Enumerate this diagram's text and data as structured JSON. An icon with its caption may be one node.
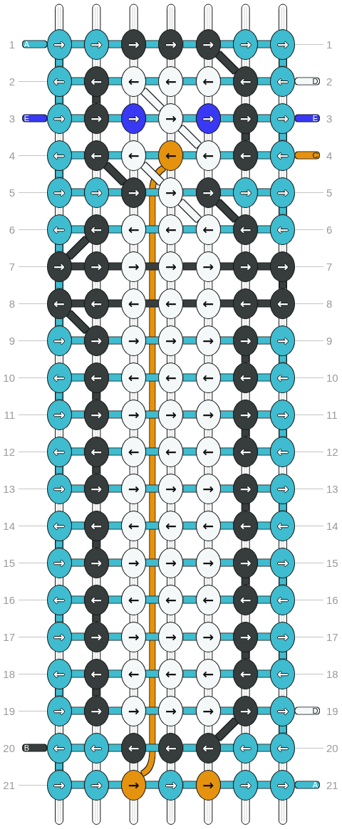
{
  "diagram": {
    "nodes": [
      {
        "text": [
          "→"
        ],
        "beside": [
          "1"
        ]
      },
      {
        "text": [
          "→"
        ]
      },
      {
        "text": [
          "→"
        ]
      },
      {
        "text": [
          "→"
        ]
      },
      {
        "text": [
          "→"
        ]
      },
      {
        "text": [
          "→"
        ]
      },
      {
        "text": [
          "→"
        ],
        "beside": [
          "1"
        ]
      },
      {
        "text": [
          "←"
        ],
        "beside": [
          "2"
        ]
      },
      {
        "text": [
          "←"
        ]
      },
      {
        "text": [
          "←"
        ]
      },
      {
        "text": [
          "←"
        ]
      },
      {
        "text": [
          "←"
        ]
      },
      {
        "text": [
          "←"
        ]
      },
      {
        "text": [
          "←"
        ],
        "beside": [
          "2"
        ]
      },
      {
        "text": [
          "→"
        ],
        "beside": [
          "3"
        ]
      },
      {
        "text": [
          "→"
        ]
      },
      {
        "text": [
          "→"
        ]
      },
      {
        "text": [
          "→"
        ]
      },
      {
        "text": [
          "→"
        ]
      },
      {
        "text": [
          "→"
        ]
      },
      {
        "text": [
          "→"
        ],
        "beside": [
          "3"
        ]
      },
      {
        "text": [
          "←"
        ],
        "beside": [
          "4"
        ]
      },
      {
        "text": [
          "←"
        ]
      },
      {
        "text": [
          "←"
        ]
      },
      {
        "text": [
          "←"
        ]
      },
      {
        "text": [
          "←"
        ]
      },
      {
        "text": [
          "←"
        ]
      },
      {
        "text": [
          "←"
        ],
        "beside": [
          "4"
        ]
      },
      {
        "text": [
          "→"
        ],
        "beside": [
          "5"
        ]
      },
      {
        "text": [
          "→"
        ]
      },
      {
        "text": [
          "→"
        ]
      },
      {
        "text": [
          "→"
        ]
      },
      {
        "text": [
          "→"
        ]
      },
      {
        "text": [
          "→"
        ]
      },
      {
        "text": [
          "→"
        ],
        "beside": [
          "5"
        ]
      },
      {
        "text": [
          "←"
        ],
        "beside": [
          "6"
        ]
      },
      {
        "text": [
          "←"
        ]
      },
      {
        "text": [
          "←"
        ]
      },
      {
        "text": [
          "←"
        ]
      },
      {
        "text": [
          "←"
        ]
      },
      {
        "text": [
          "←"
        ]
      },
      {
        "text": [
          "←"
        ],
        "beside": [
          "6"
        ]
      },
      {
        "text": [
          "→"
        ],
        "beside": [
          "7"
        ]
      },
      {
        "text": [
          "→"
        ]
      },
      {
        "text": [
          "→"
        ]
      },
      {
        "text": [
          "→"
        ]
      },
      {
        "text": [
          "→"
        ]
      },
      {
        "text": [
          "→"
        ]
      },
      {
        "text": [
          "→"
        ],
        "beside": [
          "7"
        ]
      },
      {
        "text": [
          "←"
        ],
        "beside": [
          "8"
        ]
      },
      {
        "text": [
          "←"
        ]
      },
      {
        "text": [
          "←"
        ]
      },
      {
        "text": [
          "←"
        ]
      },
      {
        "text": [
          "←"
        ]
      },
      {
        "text": [
          "←"
        ]
      },
      {
        "text": [
          "←"
        ],
        "beside": [
          "8"
        ]
      },
      {
        "text": [
          "→"
        ],
        "beside": [
          "9"
        ]
      },
      {
        "text": [
          "→"
        ]
      },
      {
        "text": [
          "→"
        ]
      },
      {
        "text": [
          "→"
        ]
      },
      {
        "text": [
          "→"
        ]
      },
      {
        "text": [
          "→"
        ]
      },
      {
        "text": [
          "→"
        ],
        "beside": [
          "9"
        ]
      },
      {
        "text": [
          "←"
        ],
        "beside": [
          "10"
        ]
      },
      {
        "text": [
          "←"
        ]
      },
      {
        "text": [
          "←"
        ]
      },
      {
        "text": [
          "←"
        ]
      },
      {
        "text": [
          "←"
        ]
      },
      {
        "text": [
          "←"
        ]
      },
      {
        "text": [
          "←"
        ],
        "beside": [
          "10"
        ]
      },
      {
        "text": [
          "→"
        ],
        "beside": [
          "11"
        ]
      },
      {
        "text": [
          "→"
        ]
      },
      {
        "text": [
          "→"
        ]
      },
      {
        "text": [
          "→"
        ]
      },
      {
        "text": [
          "→"
        ]
      },
      {
        "text": [
          "→"
        ]
      },
      {
        "text": [
          "→"
        ],
        "beside": [
          "11"
        ]
      },
      {
        "text": [
          "←"
        ],
        "beside": [
          "12"
        ]
      },
      {
        "text": [
          "←"
        ]
      },
      {
        "text": [
          "←"
        ]
      },
      {
        "text": [
          "←"
        ]
      },
      {
        "text": [
          "←"
        ]
      },
      {
        "text": [
          "←"
        ]
      },
      {
        "text": [
          "←"
        ],
        "beside": [
          "12"
        ]
      },
      {
        "text": [
          "→"
        ],
        "beside": [
          "13"
        ]
      },
      {
        "text": [
          "→"
        ]
      },
      {
        "text": [
          "→"
        ]
      },
      {
        "text": [
          "→"
        ]
      },
      {
        "text": [
          "→"
        ]
      },
      {
        "text": [
          "→"
        ]
      },
      {
        "text": [
          "→"
        ],
        "beside": [
          "13"
        ]
      },
      {
        "text": [
          "←"
        ],
        "beside": [
          "14"
        ]
      },
      {
        "text": [
          "←"
        ]
      },
      {
        "text": [
          "←"
        ]
      },
      {
        "text": [
          "←"
        ]
      },
      {
        "text": [
          "←"
        ]
      },
      {
        "text": [
          "←"
        ]
      },
      {
        "text": [
          "←"
        ],
        "beside": [
          "14"
        ]
      },
      {
        "text": [
          "→"
        ],
        "beside": [
          "15"
        ]
      },
      {
        "text": [
          "→"
        ]
      },
      {
        "text": [
          "→"
        ]
      },
      {
        "text": [
          "→"
        ]
      },
      {
        "text": [
          "→"
        ]
      },
      {
        "text": [
          "→"
        ]
      },
      {
        "text": [
          "→"
        ],
        "beside": [
          "15"
        ]
      },
      {
        "text": [
          "←"
        ],
        "beside": [
          "16"
        ]
      },
      {
        "text": [
          "←"
        ]
      },
      {
        "text": [
          "←"
        ]
      },
      {
        "text": [
          "←"
        ]
      },
      {
        "text": [
          "←"
        ]
      },
      {
        "text": [
          "←"
        ]
      },
      {
        "text": [
          "←"
        ],
        "beside": [
          "16"
        ]
      },
      {
        "text": [
          "→"
        ],
        "beside": [
          "17"
        ]
      },
      {
        "text": [
          "→"
        ]
      },
      {
        "text": [
          "→"
        ]
      },
      {
        "text": [
          "→"
        ]
      },
      {
        "text": [
          "→"
        ]
      },
      {
        "text": [
          "→"
        ]
      },
      {
        "text": [
          "→"
        ],
        "beside": [
          "17"
        ]
      },
      {
        "text": [
          "←"
        ],
        "beside": [
          "18"
        ]
      },
      {
        "text": [
          "←"
        ]
      },
      {
        "text": [
          "←"
        ]
      },
      {
        "text": [
          "←"
        ]
      },
      {
        "text": [
          "←"
        ]
      },
      {
        "text": [
          "←"
        ]
      },
      {
        "text": [
          "←"
        ],
        "beside": [
          "18"
        ]
      },
      {
        "text": [
          "→"
        ],
        "beside": [
          "19"
        ]
      },
      {
        "text": [
          "→"
        ]
      },
      {
        "text": [
          "→"
        ]
      },
      {
        "text": [
          "→"
        ]
      },
      {
        "text": [
          "→"
        ]
      },
      {
        "text": [
          "→"
        ]
      },
      {
        "text": [
          "→"
        ],
        "beside": [
          "19"
        ]
      },
      {
        "text": [
          "←"
        ],
        "beside": [
          "20"
        ]
      },
      {
        "text": [
          "←"
        ]
      },
      {
        "text": [
          "←"
        ]
      },
      {
        "text": [
          "←"
        ]
      },
      {
        "text": [
          "←"
        ]
      },
      {
        "text": [
          "←"
        ]
      },
      {
        "text": [
          "←"
        ],
        "beside": [
          "20"
        ]
      },
      {
        "text": [
          "→"
        ],
        "beside": [
          "21"
        ]
      },
      {
        "text": [
          "→"
        ]
      },
      {
        "text": [
          "→"
        ]
      },
      {
        "text": [
          "→"
        ]
      },
      {
        "text": [
          "→"
        ]
      },
      {
        "text": [
          "→"
        ]
      },
      {
        "text": [
          "→"
        ],
        "beside": [
          "21"
        ]
      }
    ],
    "edges": [
      {
        "from": null,
        "to": 0,
        "arrow": "none",
        "label": "A"
      },
      {
        "from": 0,
        "to": 1,
        "arrow": "none"
      },
      {
        "from": 1,
        "to": 2,
        "arrow": "none"
      },
      {
        "from": 2,
        "to": 3,
        "arrow": "none"
      },
      {
        "from": 3,
        "to": 4,
        "arrow": "none"
      },
      {
        "from": 4,
        "to": 5,
        "arrow": "none"
      },
      {
        "from": 5,
        "to": 6,
        "arrow": "none"
      },
      {
        "from": 0,
        "to": 7,
        "arrow": "none"
      },
      {
        "from": 4,
        "to": 12,
        "arrow": "none",
        "color": "#373d3d"
      },
      {
        "from": 6,
        "to": 13,
        "arrow": "none"
      },
      {
        "from": 7,
        "to": 8,
        "arrow": "none"
      },
      {
        "from": 8,
        "to": 9,
        "arrow": "none"
      },
      {
        "from": 9,
        "to": 10,
        "arrow": "none"
      },
      {
        "from": 10,
        "to": 11,
        "arrow": "none"
      },
      {
        "from": 11,
        "to": 12,
        "arrow": "none"
      },
      {
        "from": 12,
        "to": 13,
        "arrow": "none"
      },
      {
        "from": 13,
        "to": null,
        "arrow": "none",
        "label": "D",
        "color": "#f4f8f9"
      },
      {
        "from": 7,
        "to": 14,
        "arrow": "none"
      },
      {
        "from": 8,
        "to": 15,
        "arrow": "none",
        "color": "#373d3d"
      },
      {
        "from": 9,
        "to": 17,
        "arrow": "none",
        "color": "#f4f8f9"
      },
      {
        "from": null,
        "to": 14,
        "arrow": "none",
        "label": "E",
        "color": "#3939f5"
      },
      {
        "from": 14,
        "to": 15,
        "arrow": "none"
      },
      {
        "from": 15,
        "to": 16,
        "arrow": "none"
      },
      {
        "from": 16,
        "to": 17,
        "arrow": "none"
      },
      {
        "from": 17,
        "to": 18,
        "arrow": "none"
      },
      {
        "from": 18,
        "to": 19,
        "arrow": "none"
      },
      {
        "from": 19,
        "to": 20,
        "arrow": "none"
      },
      {
        "from": 20,
        "to": null,
        "arrow": "none",
        "label": "E",
        "color": "#3939f5"
      },
      {
        "from": 17,
        "to": 25,
        "arrow": "none",
        "color": "#f4f8f9"
      },
      {
        "from": 19,
        "to": 26,
        "arrow": "none",
        "color": "#373d3d"
      },
      {
        "from": 20,
        "to": 27,
        "arrow": "none"
      },
      {
        "from": 21,
        "to": 22,
        "arrow": "none"
      },
      {
        "from": 22,
        "to": 23,
        "arrow": "none"
      },
      {
        "from": 23,
        "to": 24,
        "arrow": "none"
      },
      {
        "from": 24,
        "to": 25,
        "arrow": "none"
      },
      {
        "from": 25,
        "to": 26,
        "arrow": "none"
      },
      {
        "from": 26,
        "to": 27,
        "arrow": "none"
      },
      {
        "from": 27,
        "to": null,
        "arrow": "none",
        "label": "C",
        "color": "#e5930f"
      },
      {
        "from": 21,
        "to": 28,
        "arrow": "none"
      },
      {
        "from": 22,
        "to": 30,
        "arrow": "none",
        "color": "#373d3d"
      },
      {
        "from": 23,
        "to": 31,
        "arrow": "none",
        "color": "#f4f8f9"
      },
      {
        "from": 24,
        "to": 142,
        "arrow": "none",
        "color": "#e5930f"
      },
      {
        "from": 28,
        "to": 29,
        "arrow": "none"
      },
      {
        "from": 29,
        "to": 30,
        "arrow": "none"
      },
      {
        "from": 30,
        "to": 31,
        "arrow": "none"
      },
      {
        "from": 31,
        "to": 32,
        "arrow": "none"
      },
      {
        "from": 32,
        "to": 33,
        "arrow": "none"
      },
      {
        "from": 33,
        "to": 34,
        "arrow": "none"
      },
      {
        "from": 31,
        "to": 39,
        "arrow": "none",
        "color": "#f4f8f9"
      },
      {
        "from": 32,
        "to": 40,
        "arrow": "none",
        "color": "#373d3d"
      },
      {
        "from": 34,
        "to": 41,
        "arrow": "none"
      },
      {
        "from": 35,
        "to": 36,
        "arrow": "none"
      },
      {
        "from": 36,
        "to": 37,
        "arrow": "none"
      },
      {
        "from": 37,
        "to": 38,
        "arrow": "none"
      },
      {
        "from": 38,
        "to": 39,
        "arrow": "none"
      },
      {
        "from": 39,
        "to": 40,
        "arrow": "none"
      },
      {
        "from": 40,
        "to": 41,
        "arrow": "none"
      },
      {
        "from": 35,
        "to": 42,
        "arrow": "none"
      },
      {
        "from": 36,
        "to": 42,
        "arrow": "none",
        "color": "#373d3d"
      },
      {
        "from": 42,
        "to": 43,
        "arrow": "none",
        "color": "#373d3d"
      },
      {
        "from": 43,
        "to": 44,
        "arrow": "none",
        "color": "#373d3d"
      },
      {
        "from": 44,
        "to": 45,
        "arrow": "none",
        "color": "#373d3d"
      },
      {
        "from": 45,
        "to": 46,
        "arrow": "none",
        "color": "#373d3d"
      },
      {
        "from": 46,
        "to": 47,
        "arrow": "none",
        "color": "#373d3d"
      },
      {
        "from": 47,
        "to": 48,
        "arrow": "none",
        "color": "#373d3d"
      },
      {
        "from": 42,
        "to": 49,
        "arrow": "none"
      },
      {
        "from": 48,
        "to": 55,
        "arrow": "none",
        "color": "#373d3d"
      },
      {
        "from": 49,
        "to": 50,
        "arrow": "none",
        "color": "#373d3d"
      },
      {
        "from": 50,
        "to": 51,
        "arrow": "none",
        "color": "#373d3d"
      },
      {
        "from": 51,
        "to": 52,
        "arrow": "none",
        "color": "#373d3d"
      },
      {
        "from": 52,
        "to": 53,
        "arrow": "none",
        "color": "#373d3d"
      },
      {
        "from": 53,
        "to": 54,
        "arrow": "none",
        "color": "#373d3d"
      },
      {
        "from": 54,
        "to": 55,
        "arrow": "none",
        "color": "#373d3d"
      },
      {
        "from": 49,
        "to": 56,
        "arrow": "none"
      },
      {
        "from": 49,
        "to": 57,
        "arrow": "none",
        "color": "#373d3d"
      },
      {
        "from": 56,
        "to": 57,
        "arrow": "none"
      },
      {
        "from": 57,
        "to": 58,
        "arrow": "none"
      },
      {
        "from": 58,
        "to": 59,
        "arrow": "none"
      },
      {
        "from": 59,
        "to": 60,
        "arrow": "none"
      },
      {
        "from": 60,
        "to": 61,
        "arrow": "none"
      },
      {
        "from": 61,
        "to": 62,
        "arrow": "none"
      },
      {
        "from": 61,
        "to": 68,
        "arrow": "none",
        "color": "#373d3d"
      },
      {
        "from": 62,
        "to": 69,
        "arrow": "none"
      },
      {
        "from": 63,
        "to": 64,
        "arrow": "none"
      },
      {
        "from": 64,
        "to": 65,
        "arrow": "none"
      },
      {
        "from": 65,
        "to": 66,
        "arrow": "none"
      },
      {
        "from": 66,
        "to": 67,
        "arrow": "none"
      },
      {
        "from": 67,
        "to": 68,
        "arrow": "none"
      },
      {
        "from": 68,
        "to": 69,
        "arrow": "none"
      },
      {
        "from": 63,
        "to": 70,
        "arrow": "none"
      },
      {
        "from": 64,
        "to": 71,
        "arrow": "none",
        "color": "#373d3d"
      },
      {
        "from": 70,
        "to": 71,
        "arrow": "none"
      },
      {
        "from": 71,
        "to": 72,
        "arrow": "none"
      },
      {
        "from": 72,
        "to": 73,
        "arrow": "none"
      },
      {
        "from": 73,
        "to": 74,
        "arrow": "none"
      },
      {
        "from": 74,
        "to": 75,
        "arrow": "none"
      },
      {
        "from": 75,
        "to": 76,
        "arrow": "none"
      },
      {
        "from": 75,
        "to": 82,
        "arrow": "none",
        "color": "#373d3d"
      },
      {
        "from": 76,
        "to": 83,
        "arrow": "none"
      },
      {
        "from": 77,
        "to": 78,
        "arrow": "none"
      },
      {
        "from": 78,
        "to": 79,
        "arrow": "none"
      },
      {
        "from": 79,
        "to": 80,
        "arrow": "none"
      },
      {
        "from": 80,
        "to": 81,
        "arrow": "none"
      },
      {
        "from": 81,
        "to": 82,
        "arrow": "none"
      },
      {
        "from": 82,
        "to": 83,
        "arrow": "none"
      },
      {
        "from": 77,
        "to": 84,
        "arrow": "none"
      },
      {
        "from": 78,
        "to": 85,
        "arrow": "none",
        "color": "#373d3d"
      },
      {
        "from": 84,
        "to": 85,
        "arrow": "none"
      },
      {
        "from": 85,
        "to": 86,
        "arrow": "none"
      },
      {
        "from": 86,
        "to": 87,
        "arrow": "none"
      },
      {
        "from": 87,
        "to": 88,
        "arrow": "none"
      },
      {
        "from": 88,
        "to": 89,
        "arrow": "none"
      },
      {
        "from": 89,
        "to": 90,
        "arrow": "none"
      },
      {
        "from": 89,
        "to": 96,
        "arrow": "none",
        "color": "#373d3d"
      },
      {
        "from": 90,
        "to": 97,
        "arrow": "none"
      },
      {
        "from": 91,
        "to": 92,
        "arrow": "none"
      },
      {
        "from": 92,
        "to": 93,
        "arrow": "none"
      },
      {
        "from": 93,
        "to": 94,
        "arrow": "none"
      },
      {
        "from": 94,
        "to": 95,
        "arrow": "none"
      },
      {
        "from": 95,
        "to": 96,
        "arrow": "none"
      },
      {
        "from": 96,
        "to": 97,
        "arrow": "none"
      },
      {
        "from": 91,
        "to": 98,
        "arrow": "none"
      },
      {
        "from": 92,
        "to": 99,
        "arrow": "none",
        "color": "#373d3d"
      },
      {
        "from": 98,
        "to": 99,
        "arrow": "none"
      },
      {
        "from": 99,
        "to": 100,
        "arrow": "none"
      },
      {
        "from": 100,
        "to": 101,
        "arrow": "none"
      },
      {
        "from": 101,
        "to": 102,
        "arrow": "none"
      },
      {
        "from": 102,
        "to": 103,
        "arrow": "none"
      },
      {
        "from": 103,
        "to": 104,
        "arrow": "none"
      },
      {
        "from": 103,
        "to": 110,
        "arrow": "none",
        "color": "#373d3d"
      },
      {
        "from": 104,
        "to": 111,
        "arrow": "none"
      },
      {
        "from": 105,
        "to": 106,
        "arrow": "none"
      },
      {
        "from": 106,
        "to": 107,
        "arrow": "none"
      },
      {
        "from": 107,
        "to": 108,
        "arrow": "none"
      },
      {
        "from": 108,
        "to": 109,
        "arrow": "none"
      },
      {
        "from": 109,
        "to": 110,
        "arrow": "none"
      },
      {
        "from": 110,
        "to": 111,
        "arrow": "none"
      },
      {
        "from": 105,
        "to": 112,
        "arrow": "none"
      },
      {
        "from": 106,
        "to": 113,
        "arrow": "none",
        "color": "#373d3d"
      },
      {
        "from": 112,
        "to": 113,
        "arrow": "none"
      },
      {
        "from": 113,
        "to": 114,
        "arrow": "none"
      },
      {
        "from": 114,
        "to": 115,
        "arrow": "none"
      },
      {
        "from": 115,
        "to": 116,
        "arrow": "none"
      },
      {
        "from": 116,
        "to": 117,
        "arrow": "none"
      },
      {
        "from": 117,
        "to": 118,
        "arrow": "none"
      },
      {
        "from": 117,
        "to": 124,
        "arrow": "none",
        "color": "#373d3d"
      },
      {
        "from": 118,
        "to": 125,
        "arrow": "none"
      },
      {
        "from": 119,
        "to": 120,
        "arrow": "none"
      },
      {
        "from": 120,
        "to": 121,
        "arrow": "none"
      },
      {
        "from": 121,
        "to": 122,
        "arrow": "none"
      },
      {
        "from": 122,
        "to": 123,
        "arrow": "none"
      },
      {
        "from": 123,
        "to": 124,
        "arrow": "none"
      },
      {
        "from": 124,
        "to": 125,
        "arrow": "none"
      },
      {
        "from": 119,
        "to": 126,
        "arrow": "none"
      },
      {
        "from": 120,
        "to": 127,
        "arrow": "none",
        "color": "#373d3d"
      },
      {
        "from": 126,
        "to": 127,
        "arrow": "none"
      },
      {
        "from": 127,
        "to": 128,
        "arrow": "none"
      },
      {
        "from": 128,
        "to": 129,
        "arrow": "none"
      },
      {
        "from": 129,
        "to": 130,
        "arrow": "none"
      },
      {
        "from": 130,
        "to": 131,
        "arrow": "none"
      },
      {
        "from": 131,
        "to": 132,
        "arrow": "none"
      },
      {
        "from": 132,
        "to": null,
        "arrow": "none",
        "label": "D",
        "color": "#f4f8f9"
      },
      {
        "from": 131,
        "to": 137,
        "arrow": "none",
        "color": "#373d3d"
      },
      {
        "from": 132,
        "to": 139,
        "arrow": "none"
      },
      {
        "from": null,
        "to": 133,
        "arrow": "none",
        "label": "B",
        "color": "#373d3d"
      },
      {
        "from": 133,
        "to": 134,
        "arrow": "none"
      },
      {
        "from": 134,
        "to": 135,
        "arrow": "none"
      },
      {
        "from": 135,
        "to": 136,
        "arrow": "none"
      },
      {
        "from": 136,
        "to": 137,
        "arrow": "none"
      },
      {
        "from": 137,
        "to": 138,
        "arrow": "none"
      },
      {
        "from": 138,
        "to": 139,
        "arrow": "none"
      },
      {
        "from": 133,
        "to": 140,
        "arrow": "none"
      },
      {
        "from": 140,
        "to": 141,
        "arrow": "none"
      },
      {
        "from": 141,
        "to": 142,
        "arrow": "none"
      },
      {
        "from": 142,
        "to": 143,
        "arrow": "none"
      },
      {
        "from": 143,
        "to": 144,
        "arrow": "none"
      },
      {
        "from": 144,
        "to": 145,
        "arrow": "none"
      },
      {
        "from": 145,
        "to": 146,
        "arrow": "none"
      },
      {
        "from": 146,
        "to": null,
        "arrow": "none",
        "label": "A"
      }
    ]
  }
}
